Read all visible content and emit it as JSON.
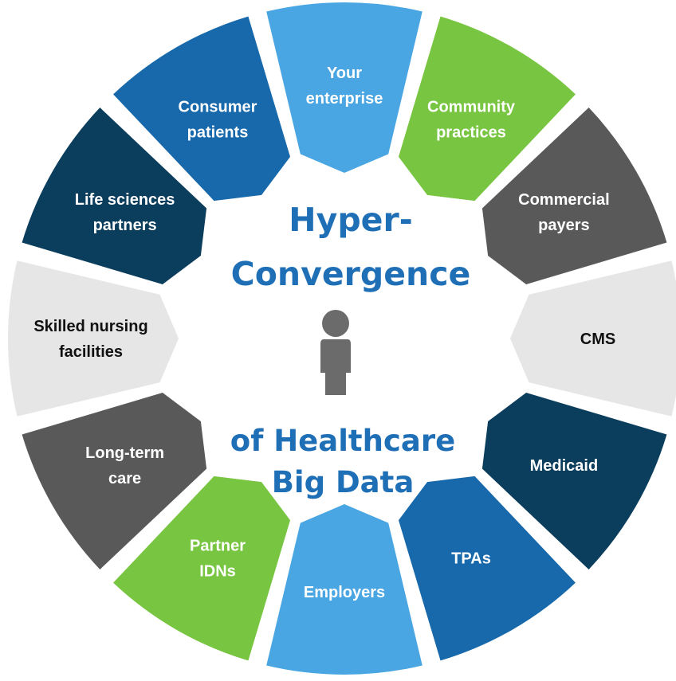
{
  "center": {
    "title_line1": "Hyper-",
    "title_line2": "Convergence",
    "subtitle_line1": "of Healthcare",
    "subtitle_line2": "Big Data",
    "text_color": "#1f6fb6",
    "person_icon": "person-icon",
    "person_color": "#6b6b6b"
  },
  "colors": {
    "light_blue": "#4aa6e2",
    "green": "#77c540",
    "dark_gray": "#595959",
    "light_gray": "#e6e6e6",
    "navy": "#0b3d5c",
    "mid_blue": "#1769ab"
  },
  "segments": [
    {
      "id": "your-enterprise",
      "lines": [
        "Your",
        "enterprise"
      ],
      "fill": "#4aa6e2",
      "text_color": "#ffffff"
    },
    {
      "id": "community-practices",
      "lines": [
        "Community",
        "practices"
      ],
      "fill": "#77c540",
      "text_color": "#ffffff"
    },
    {
      "id": "commercial-payers",
      "lines": [
        "Commercial",
        "payers"
      ],
      "fill": "#595959",
      "text_color": "#ffffff"
    },
    {
      "id": "cms",
      "lines": [
        "CMS"
      ],
      "fill": "#e6e6e6",
      "text_color": "#111111"
    },
    {
      "id": "medicaid",
      "lines": [
        "Medicaid"
      ],
      "fill": "#0b3d5c",
      "text_color": "#ffffff"
    },
    {
      "id": "tpas",
      "lines": [
        "TPAs"
      ],
      "fill": "#1769ab",
      "text_color": "#ffffff"
    },
    {
      "id": "employers",
      "lines": [
        "Employers"
      ],
      "fill": "#4aa6e2",
      "text_color": "#ffffff"
    },
    {
      "id": "partner-idns",
      "lines": [
        "Partner",
        "IDNs"
      ],
      "fill": "#77c540",
      "text_color": "#ffffff"
    },
    {
      "id": "long-term-care",
      "lines": [
        "Long-term",
        "care"
      ],
      "fill": "#595959",
      "text_color": "#ffffff"
    },
    {
      "id": "skilled-nursing-facilities",
      "lines": [
        "Skilled nursing",
        "facilities"
      ],
      "fill": "#e6e6e6",
      "text_color": "#111111"
    },
    {
      "id": "life-sciences-partners",
      "lines": [
        "Life sciences",
        "partners"
      ],
      "fill": "#0b3d5c",
      "text_color": "#ffffff"
    },
    {
      "id": "consumer-patients",
      "lines": [
        "Consumer",
        "patients"
      ],
      "fill": "#1769ab",
      "text_color": "#ffffff"
    }
  ]
}
